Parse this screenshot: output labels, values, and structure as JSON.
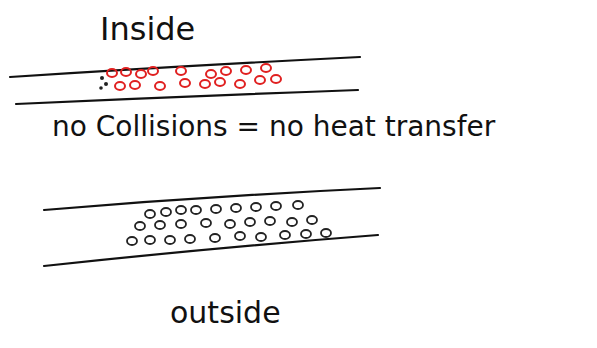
{
  "diagram": {
    "labels": [
      "Inside",
      "no Collisions = no heat transfer",
      "outside"
    ]
  }
}
